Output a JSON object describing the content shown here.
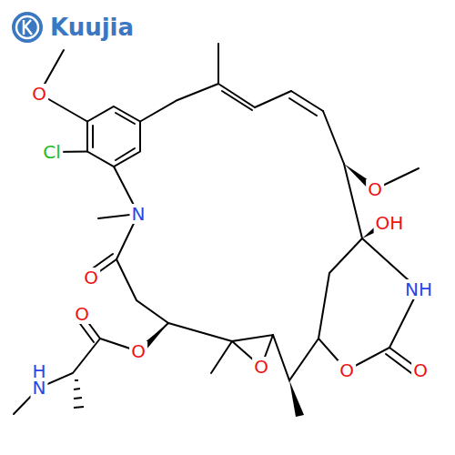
{
  "diagram": {
    "labels": [
      "Kuujia",
      "O",
      "Cl",
      "N",
      "O",
      "O",
      "O",
      "H",
      "N",
      "O",
      "O",
      "OH",
      "NH",
      "O",
      "O"
    ]
  }
}
